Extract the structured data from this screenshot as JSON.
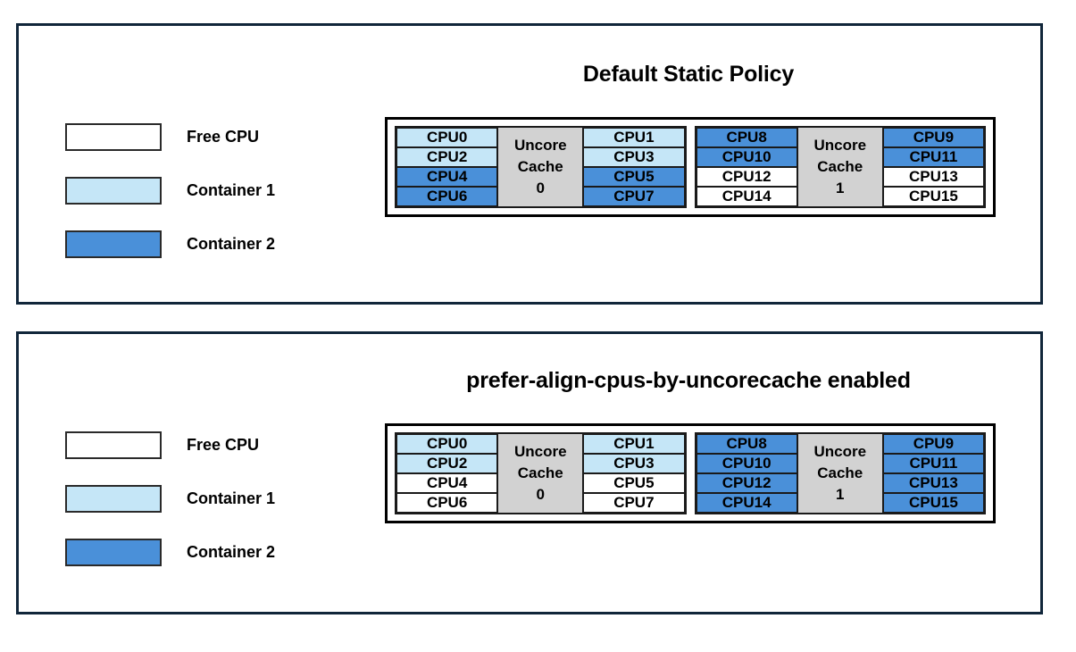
{
  "colors": {
    "free": "#ffffff",
    "container1": "#c5e6f7",
    "container2": "#4a90d9",
    "cache": "#d2d2d2",
    "panel_border": "#11263a",
    "box_border": "#000000",
    "text": "#000000"
  },
  "legend": {
    "items": [
      {
        "label": "Free CPU",
        "fill": "free"
      },
      {
        "label": "Container 1",
        "fill": "container1"
      },
      {
        "label": "Container 2",
        "fill": "container2"
      }
    ]
  },
  "panels": [
    {
      "id": "default-static-policy",
      "title": "Default Static Policy",
      "cache_groups": [
        {
          "cache_label_line1": "Uncore",
          "cache_label_line2": "Cache",
          "cache_label_line3": "0",
          "left_column": [
            {
              "label": "CPU0",
              "fill": "container1"
            },
            {
              "label": "CPU2",
              "fill": "container1"
            },
            {
              "label": "CPU4",
              "fill": "container2"
            },
            {
              "label": "CPU6",
              "fill": "container2"
            }
          ],
          "right_column": [
            {
              "label": "CPU1",
              "fill": "container1"
            },
            {
              "label": "CPU3",
              "fill": "container1"
            },
            {
              "label": "CPU5",
              "fill": "container2"
            },
            {
              "label": "CPU7",
              "fill": "container2"
            }
          ]
        },
        {
          "cache_label_line1": "Uncore",
          "cache_label_line2": "Cache",
          "cache_label_line3": "1",
          "left_column": [
            {
              "label": "CPU8",
              "fill": "container2"
            },
            {
              "label": "CPU10",
              "fill": "container2"
            },
            {
              "label": "CPU12",
              "fill": "free"
            },
            {
              "label": "CPU14",
              "fill": "free"
            }
          ],
          "right_column": [
            {
              "label": "CPU9",
              "fill": "container2"
            },
            {
              "label": "CPU11",
              "fill": "container2"
            },
            {
              "label": "CPU13",
              "fill": "free"
            },
            {
              "label": "CPU15",
              "fill": "free"
            }
          ]
        }
      ]
    },
    {
      "id": "prefer-align-enabled",
      "title": "prefer-align-cpus-by-uncorecache enabled",
      "cache_groups": [
        {
          "cache_label_line1": "Uncore",
          "cache_label_line2": "Cache",
          "cache_label_line3": "0",
          "left_column": [
            {
              "label": "CPU0",
              "fill": "container1"
            },
            {
              "label": "CPU2",
              "fill": "container1"
            },
            {
              "label": "CPU4",
              "fill": "free"
            },
            {
              "label": "CPU6",
              "fill": "free"
            }
          ],
          "right_column": [
            {
              "label": "CPU1",
              "fill": "container1"
            },
            {
              "label": "CPU3",
              "fill": "container1"
            },
            {
              "label": "CPU5",
              "fill": "free"
            },
            {
              "label": "CPU7",
              "fill": "free"
            }
          ]
        },
        {
          "cache_label_line1": "Uncore",
          "cache_label_line2": "Cache",
          "cache_label_line3": "1",
          "left_column": [
            {
              "label": "CPU8",
              "fill": "container2"
            },
            {
              "label": "CPU10",
              "fill": "container2"
            },
            {
              "label": "CPU12",
              "fill": "container2"
            },
            {
              "label": "CPU14",
              "fill": "container2"
            }
          ],
          "right_column": [
            {
              "label": "CPU9",
              "fill": "container2"
            },
            {
              "label": "CPU11",
              "fill": "container2"
            },
            {
              "label": "CPU13",
              "fill": "container2"
            },
            {
              "label": "CPU15",
              "fill": "container2"
            }
          ]
        }
      ]
    }
  ]
}
